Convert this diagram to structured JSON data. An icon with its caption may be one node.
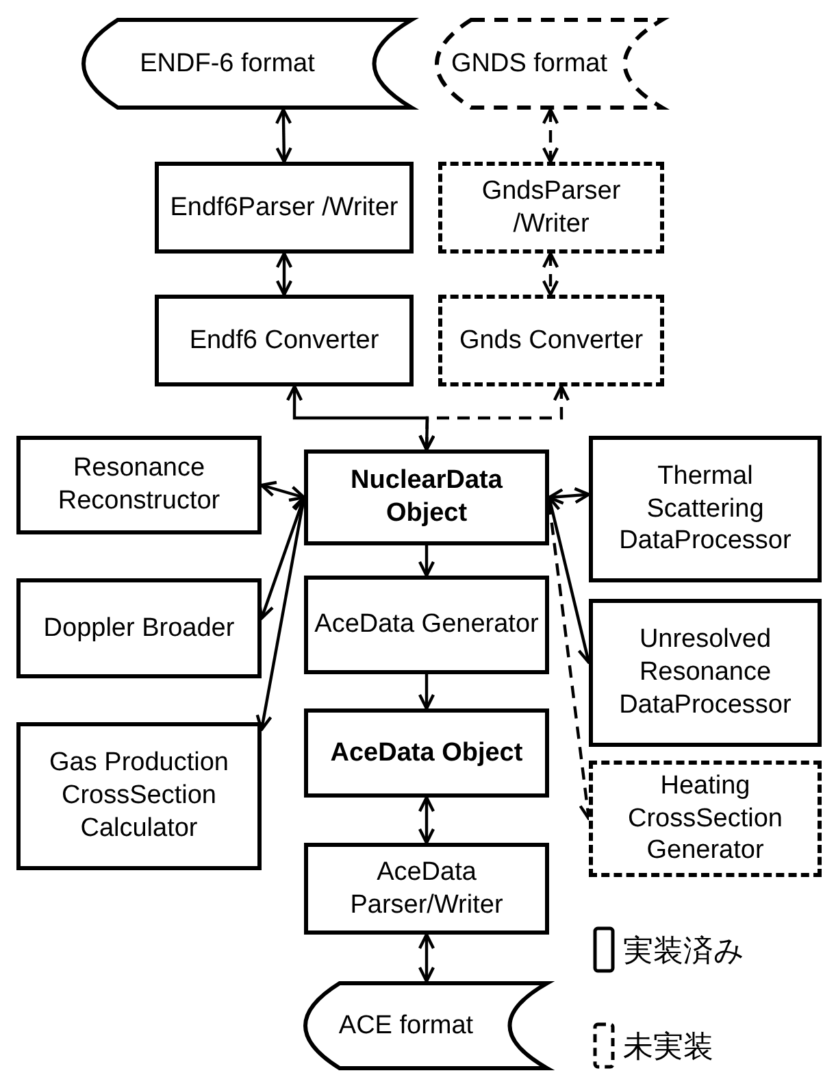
{
  "diagram": {
    "nodes": [
      {
        "text": [
          "ENDF-6 format"
        ]
      },
      {
        "text": [
          "GNDS format"
        ]
      },
      {
        "text": [
          "Endf6Parser /Writer"
        ]
      },
      {
        "text": [
          "GndsParser /Writer"
        ]
      },
      {
        "text": [
          "Endf6 Converter"
        ]
      },
      {
        "text": [
          "Gnds Converter"
        ]
      },
      {
        "text": [
          "Resonance Reconstructor"
        ]
      },
      {
        "text": [
          "NuclearData Object"
        ]
      },
      {
        "text": [
          "Thermal Scattering DataProcessor"
        ]
      },
      {
        "text": [
          "Doppler Broader"
        ]
      },
      {
        "text": [
          "AceData Generator"
        ]
      },
      {
        "text": [
          "Unresolved Resonance DataProcessor"
        ]
      },
      {
        "text": [
          "Gas Production CrossSection Calculator"
        ]
      },
      {
        "text": [
          "AceData Object"
        ]
      },
      {
        "text": [
          "Heating CrossSection Generator"
        ]
      },
      {
        "text": [
          "AceData Parser/Writer"
        ]
      },
      {
        "text": [
          "ACE format"
        ]
      }
    ],
    "edges": [
      {
        "from": 0,
        "to": 2,
        "arrow": "both"
      },
      {
        "from": 1,
        "to": 3,
        "arrow": "both",
        "style": "dashed"
      },
      {
        "from": 2,
        "to": 4,
        "arrow": "both"
      },
      {
        "from": 3,
        "to": 5,
        "arrow": "both",
        "style": "dashed"
      },
      {
        "from": 4,
        "to": 7,
        "arrow": "both"
      },
      {
        "from": 5,
        "to": 7,
        "arrow": "both",
        "style": "dashed"
      },
      {
        "from": 6,
        "to": 7,
        "arrow": "both"
      },
      {
        "from": 7,
        "to": 8,
        "arrow": "both"
      },
      {
        "from": 9,
        "to": 7,
        "arrow": "both"
      },
      {
        "from": 12,
        "to": 7,
        "arrow": "both"
      },
      {
        "from": 7,
        "to": 11,
        "arrow": "both"
      },
      {
        "from": 7,
        "to": 14,
        "arrow": "to",
        "style": "dashed"
      },
      {
        "from": 7,
        "to": 10,
        "arrow": "to"
      },
      {
        "from": 10,
        "to": 13,
        "arrow": "to"
      },
      {
        "from": 13,
        "to": 15,
        "arrow": "both"
      },
      {
        "from": 15,
        "to": 16,
        "arrow": "both"
      }
    ],
    "legend": [
      {
        "text": "実装済み"
      },
      {
        "text": "未実装"
      }
    ]
  }
}
